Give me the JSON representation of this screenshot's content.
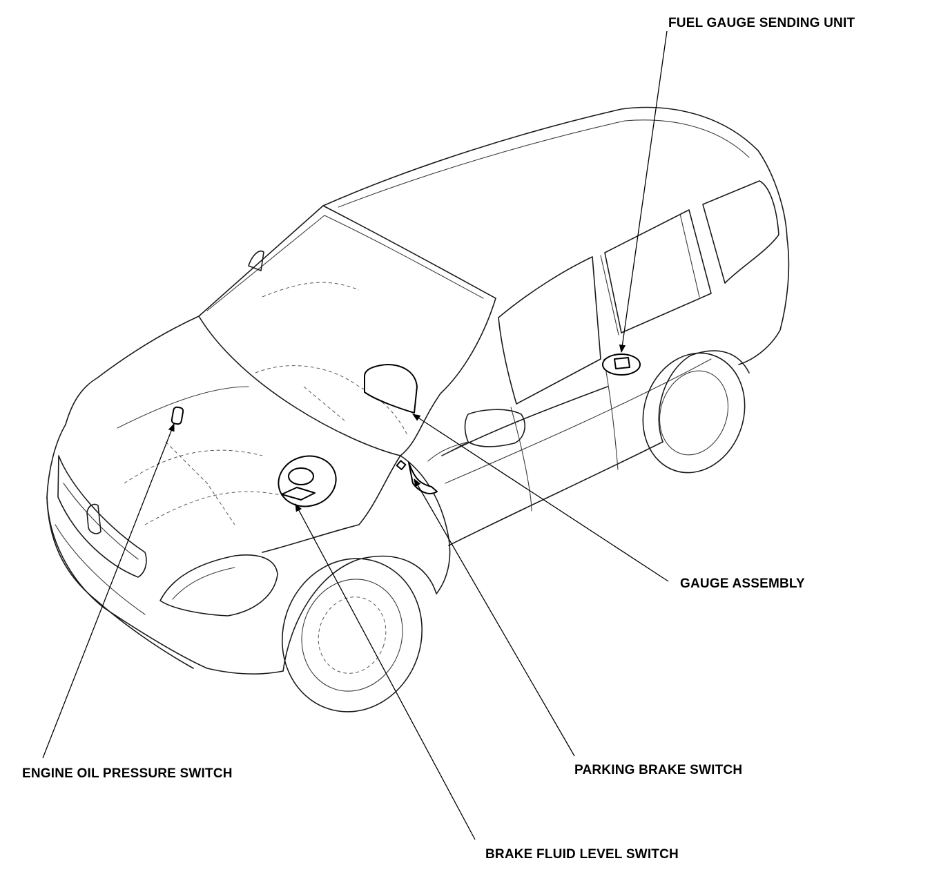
{
  "labels": {
    "fuel_gauge_sending_unit": "FUEL GAUGE SENDING UNIT",
    "gauge_assembly": "GAUGE ASSEMBLY",
    "engine_oil_pressure_switch": "ENGINE OIL PRESSURE SWITCH",
    "parking_brake_switch": "PARKING BRAKE SWITCH",
    "brake_fluid_level_switch": "BRAKE FLUID LEVEL SWITCH"
  }
}
